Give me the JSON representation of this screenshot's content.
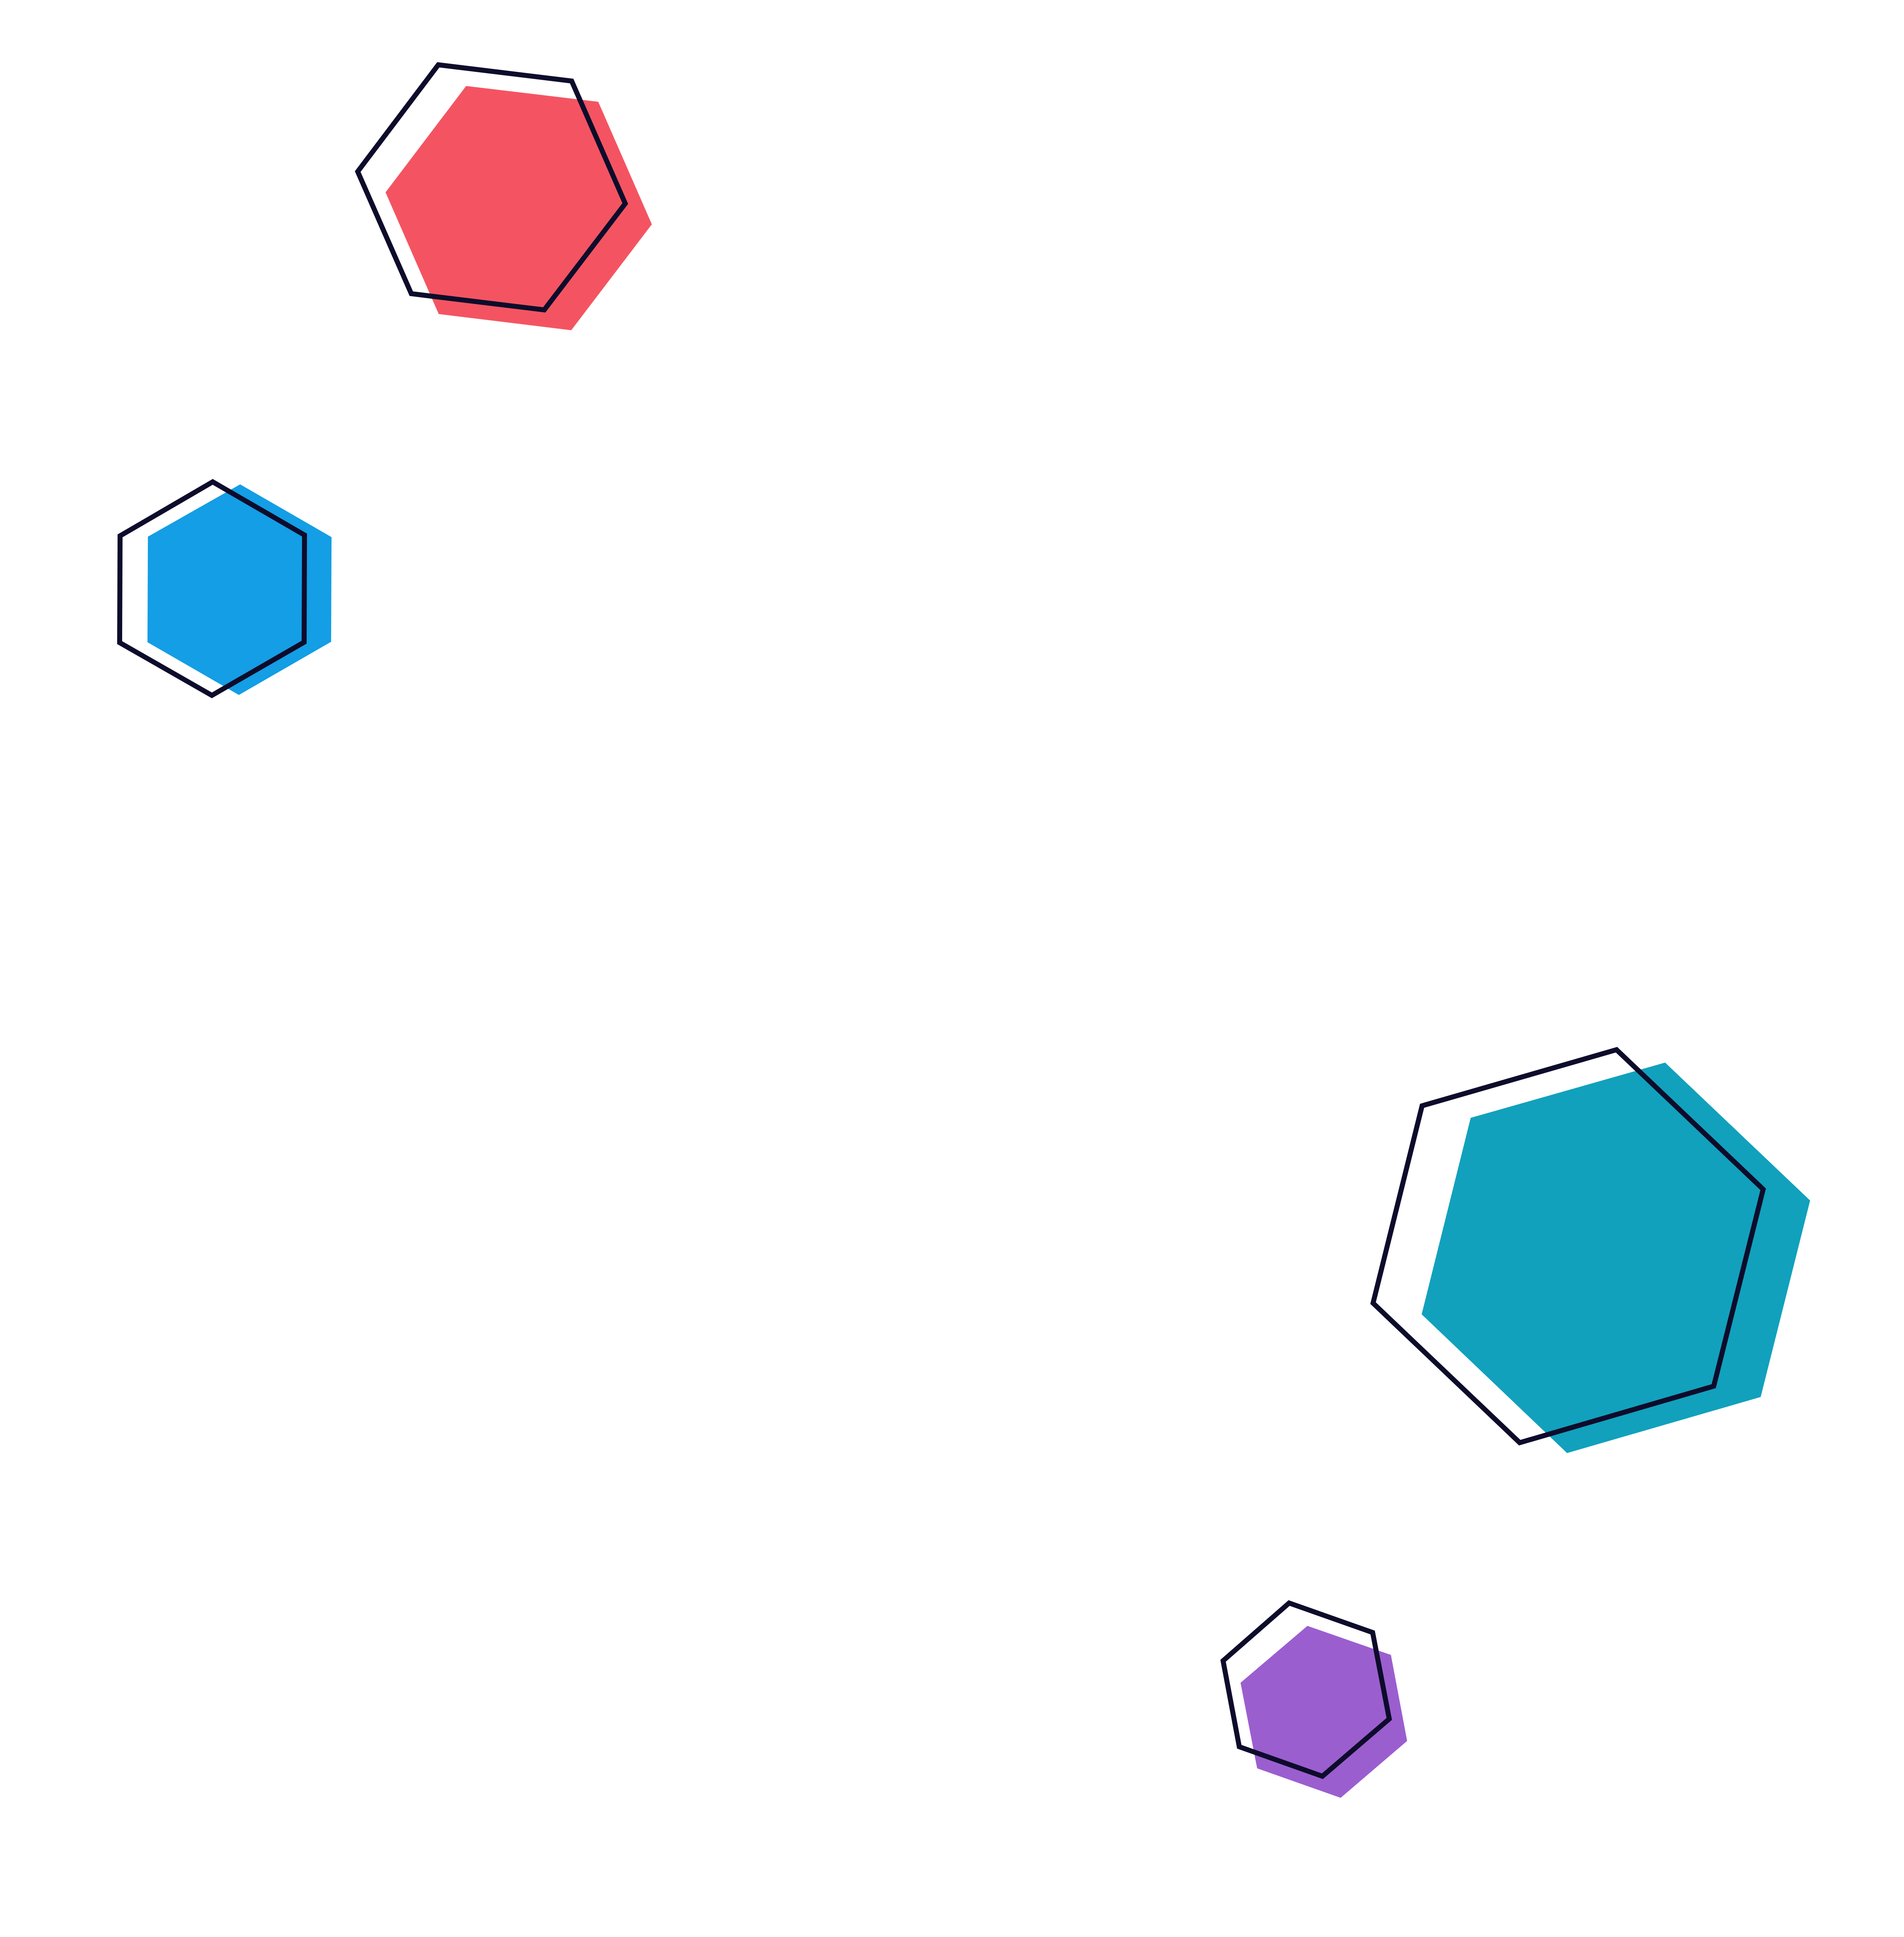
{
  "palette": {
    "background": "#ffffff",
    "outline": "#0d0c2b",
    "coral": "#f45461",
    "blue": "#139ee5",
    "teal": "#11a1bc",
    "purple": "#9b5ecf"
  },
  "shapes": [
    {
      "name": "hexagon-coral",
      "icon": "hexagon-icon",
      "fill": "#f45461"
    },
    {
      "name": "hexagon-blue",
      "icon": "hexagon-icon",
      "fill": "#139ee5"
    },
    {
      "name": "hexagon-teal",
      "icon": "hexagon-icon",
      "fill": "#11a1bc"
    },
    {
      "name": "hexagon-purple",
      "icon": "hexagon-icon",
      "fill": "#9b5ecf"
    }
  ]
}
